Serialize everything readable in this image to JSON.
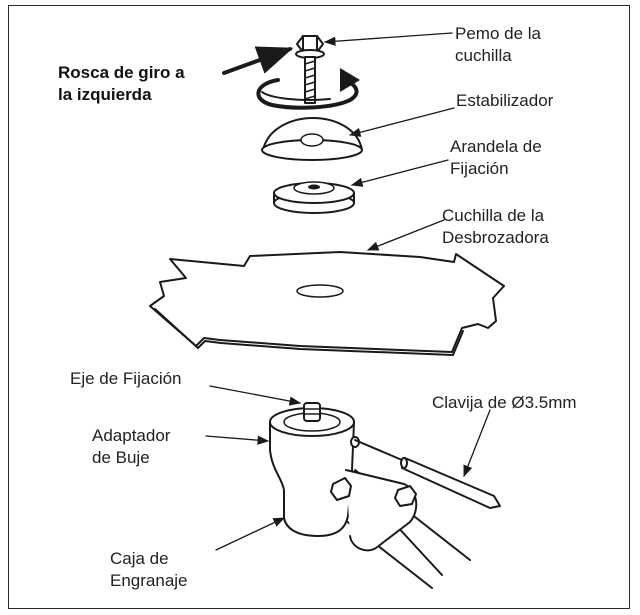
{
  "labels": {
    "pemo": [
      "Pemo de la",
      "cuchilla"
    ],
    "rosca": [
      "Rosca de giro a",
      "la izquierda"
    ],
    "estabilizador": [
      "Estabilizador"
    ],
    "arandela": [
      "Arandela de",
      "Fijación"
    ],
    "cuchilla": [
      "Cuchilla de la",
      "Desbrozadora"
    ],
    "eje": [
      "Eje de Fijación"
    ],
    "clavija": [
      "Clavija de Ø3.5mm"
    ],
    "adaptador": [
      "Adaptador",
      "de Buje"
    ],
    "caja": [
      "Caja de",
      "Engranaje"
    ]
  }
}
